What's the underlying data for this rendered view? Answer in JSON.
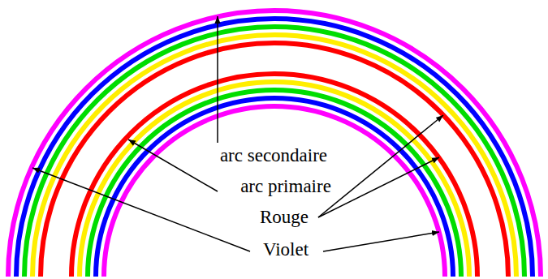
{
  "diagram": {
    "labels": [
      "arc secondaire",
      "arc primaire",
      "Rouge",
      "Violet"
    ]
  }
}
